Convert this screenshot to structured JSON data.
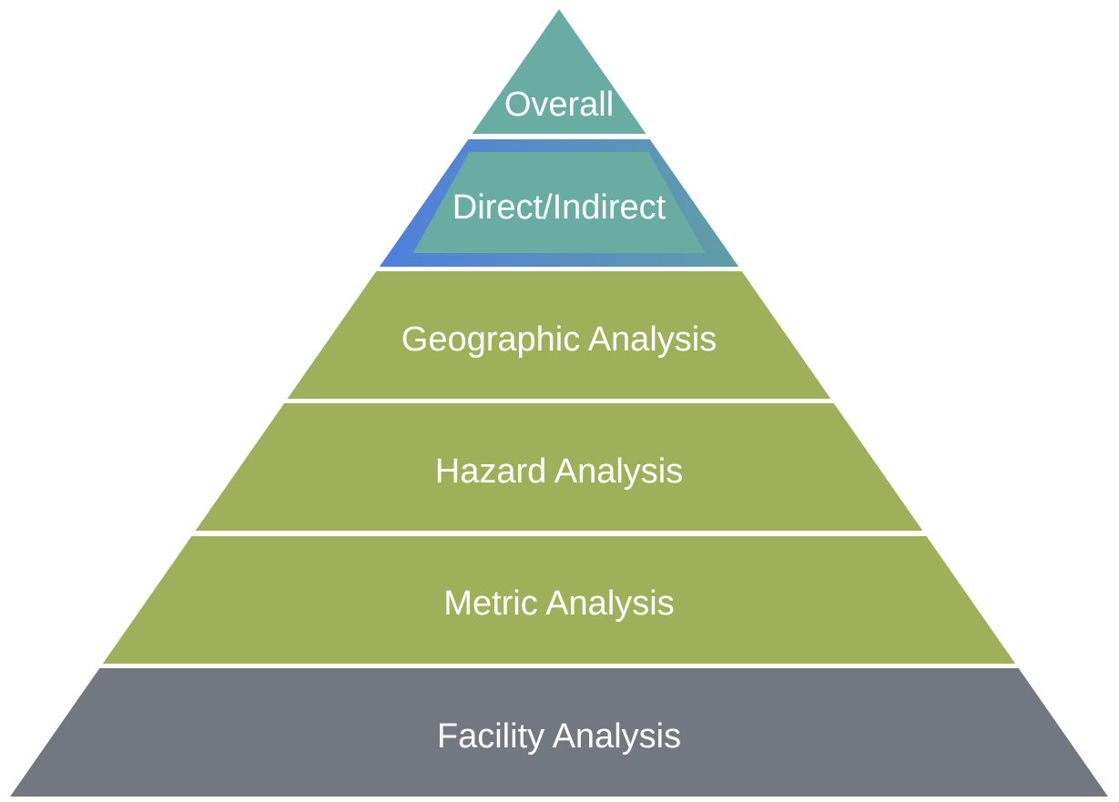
{
  "title": "Analysis pyramid",
  "levels": [
    {
      "label": "Overall",
      "color": "#69ADA2",
      "highlighted": false
    },
    {
      "label": "Direct/Indirect",
      "color": "#69ADA2",
      "highlighted": true
    },
    {
      "label": "Geographic Analysis",
      "color": "#A0AF5A",
      "highlighted": false
    },
    {
      "label": "Hazard Analysis",
      "color": "#A0AF5A",
      "highlighted": false
    },
    {
      "label": "Metric Analysis",
      "color": "#A0AF5A",
      "highlighted": false
    },
    {
      "label": "Facility Analysis",
      "color": "#737780",
      "highlighted": false
    }
  ],
  "highlight_gradient": [
    "#4F7FDD",
    "#5F9EA6"
  ]
}
